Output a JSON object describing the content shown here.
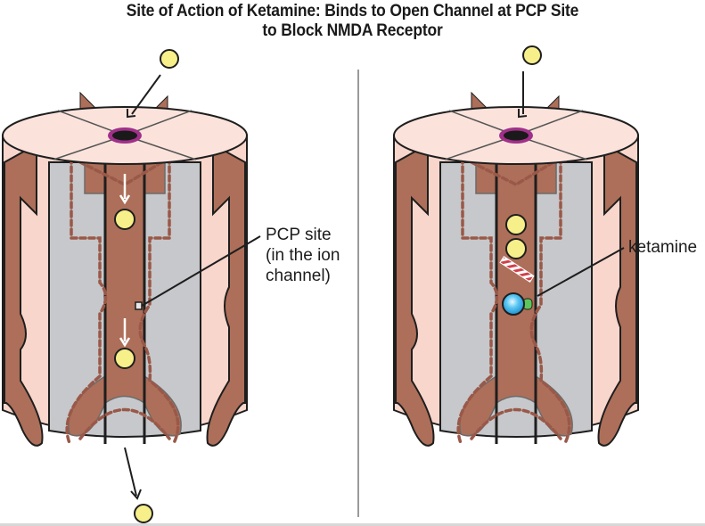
{
  "title": {
    "line1": "Site of Action of Ketamine: Binds to Open Channel at PCP Site",
    "line2": "to Block NMDA Receptor"
  },
  "panels": [
    {
      "id": "left",
      "state": "open channel",
      "label_lines": [
        "PCP site",
        "(in the ion",
        "channel)"
      ],
      "ions_outside_top": 1,
      "ions_in_channel": 2,
      "ions_exited_bottom": 1,
      "flow_arrows": [
        "white-down-arrow",
        "white-down-arrow"
      ],
      "pcp_site_marker": "small-square"
    },
    {
      "id": "right",
      "state": "blocked by ketamine",
      "label_lines": [
        "ketamine"
      ],
      "ions_outside_top": 1,
      "ions_in_channel": 2,
      "ions_exited_bottom": 0,
      "gate": "striped-bar",
      "blocker": "ketamine-molecule"
    }
  ],
  "colors": {
    "cap": "#fbe3dc",
    "body_pink": "#f9d6cc",
    "subunit_brown": "#ad6f59",
    "channel_gray": "#c6c8cb",
    "dashed_outline": "#9a5848",
    "ion_yellow": "#f7ef8a",
    "pore_ring": "#a0308a",
    "ketamine_blue": "#3fb4ec",
    "ketamine_green": "#5cc65a",
    "stripe_red": "#d2404a",
    "outline": "#1e1e1e",
    "divider": "#9a9a9a"
  }
}
